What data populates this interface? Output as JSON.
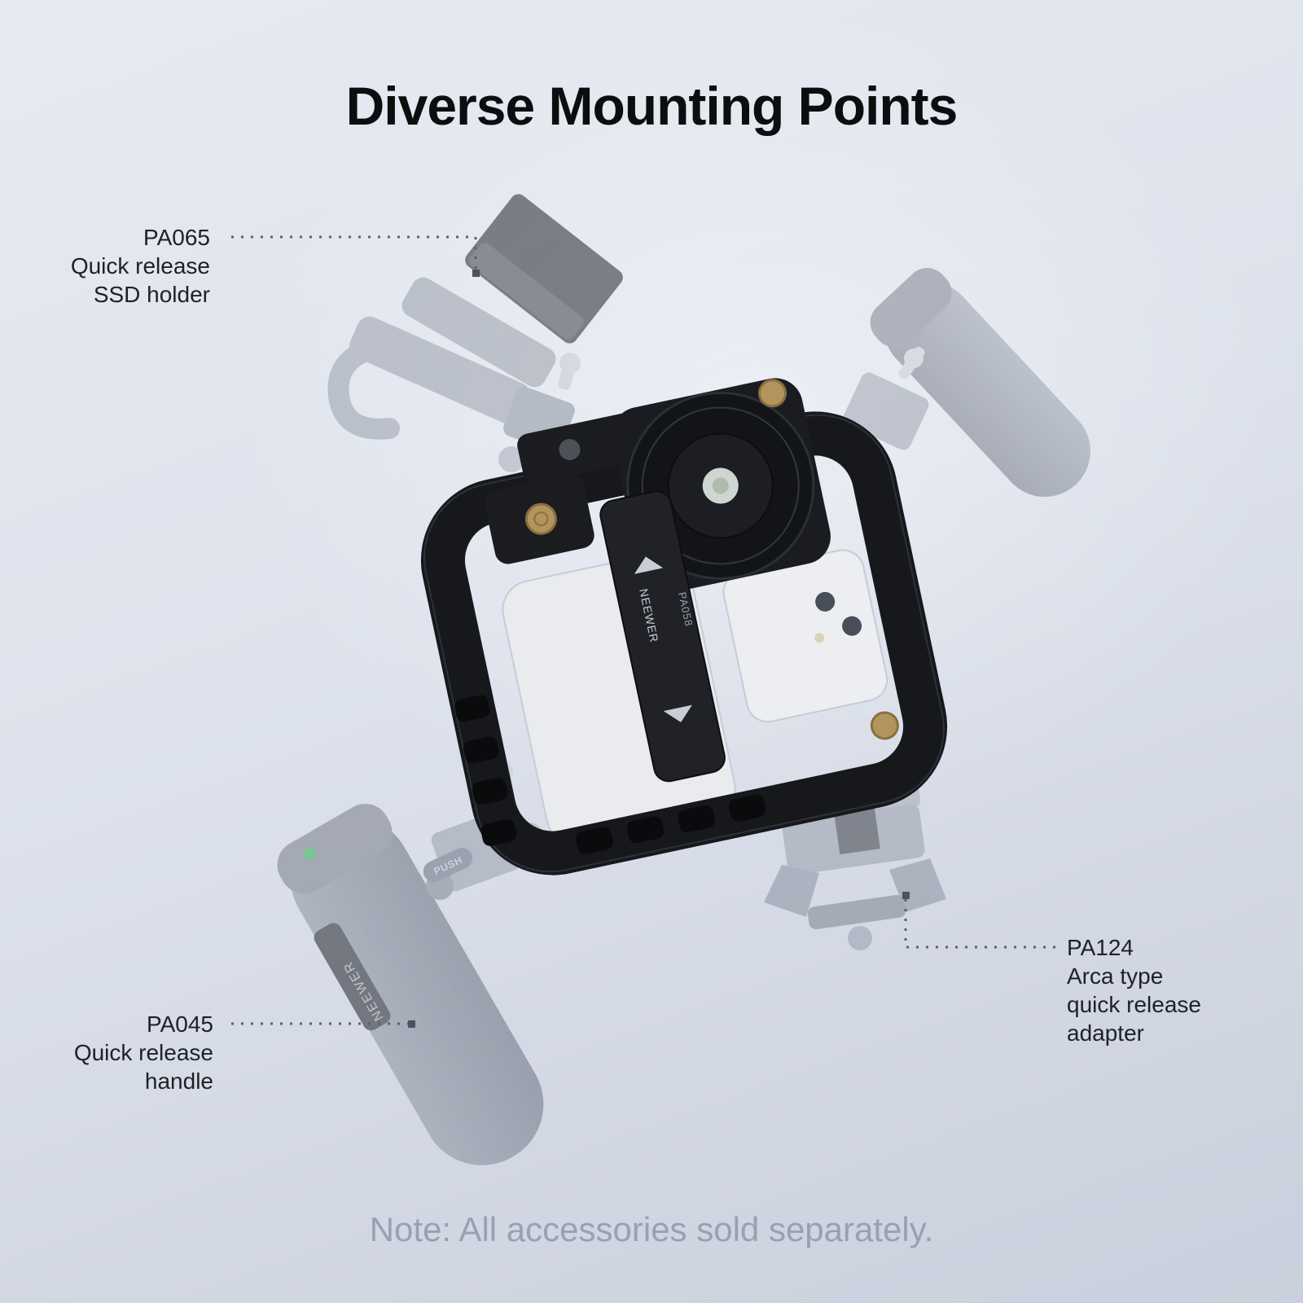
{
  "page": {
    "title": "Diverse Mounting Points",
    "note": "Note: All accessories sold separately."
  },
  "callouts": {
    "pa065": {
      "code": "PA065",
      "line1": "Quick release",
      "line2": "SSD holder"
    },
    "pa045": {
      "code": "PA045",
      "line1": "Quick release",
      "line2": "handle"
    },
    "pa124": {
      "code": "PA124",
      "line1": "Arca type",
      "line2": "quick release",
      "line3": "adapter"
    }
  },
  "product": {
    "brand": "NEEWER",
    "model": "PA058",
    "push_label": "PUSH"
  },
  "colors": {
    "background_top": "#e7eaf1",
    "background_bottom": "#c9cfdc",
    "cage_black": "#17181c",
    "accent_gold": "#b3945c",
    "led_green": "#2fae57",
    "text_dark": "#1e2126",
    "note_gray": "#98a1b1"
  }
}
